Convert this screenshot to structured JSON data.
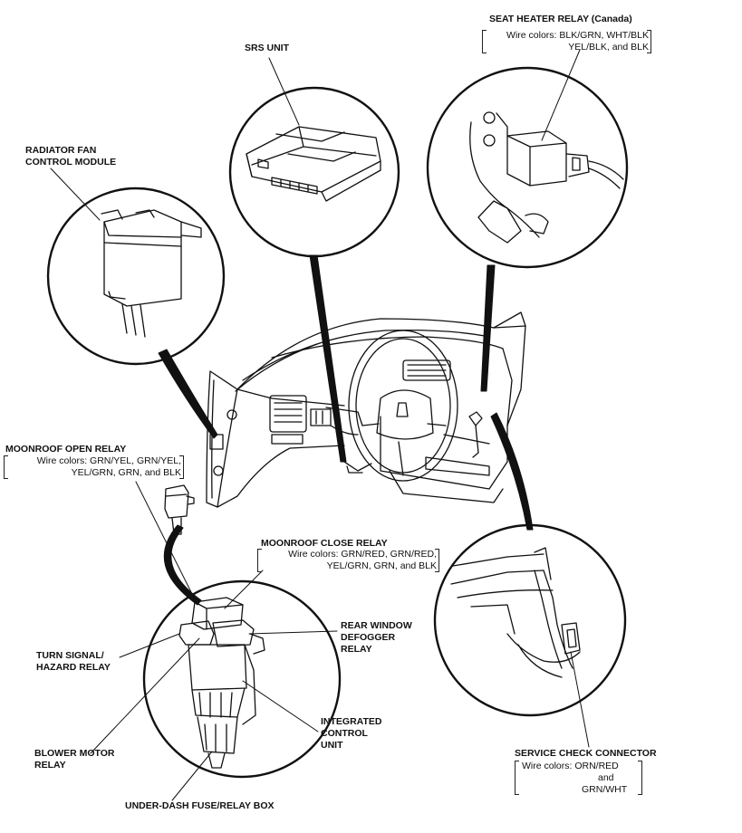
{
  "labels": {
    "seat_heater_relay": "SEAT HEATER RELAY (Canada)",
    "seat_heater_wires": [
      "Wire colors: BLK/GRN, WHT/BLK",
      "YEL/BLK, and BLK"
    ],
    "srs_unit": "SRS UNIT",
    "radiator_fan": [
      "RADIATOR FAN",
      "CONTROL MODULE"
    ],
    "moonroof_open_relay": "MOONROOF OPEN RELAY",
    "moonroof_open_wires": [
      "Wire colors: GRN/YEL, GRN/YEL,",
      "YEL/GRN, GRN, and BLK"
    ],
    "moonroof_close_relay": "MOONROOF CLOSE RELAY",
    "moonroof_close_wires": [
      "Wire colors: GRN/RED, GRN/RED,",
      "YEL/GRN, GRN, and BLK"
    ],
    "rear_window_defogger": [
      "REAR WINDOW",
      "DEFOGGER",
      "RELAY"
    ],
    "turn_signal": [
      "TURN SIGNAL/",
      "HAZARD RELAY"
    ],
    "integrated_control": [
      "INTEGRATED",
      "CONTROL",
      "UNIT"
    ],
    "blower_motor": [
      "BLOWER MOTOR",
      "RELAY"
    ],
    "under_dash_fuse": "UNDER-DASH FUSE/RELAY BOX",
    "service_check": "SERVICE CHECK CONNECTOR",
    "service_check_wires": [
      "Wire colors: ORN/RED",
      "and",
      "GRN/WHT"
    ]
  },
  "colors": {
    "ink": "#111111",
    "background": "#ffffff"
  }
}
